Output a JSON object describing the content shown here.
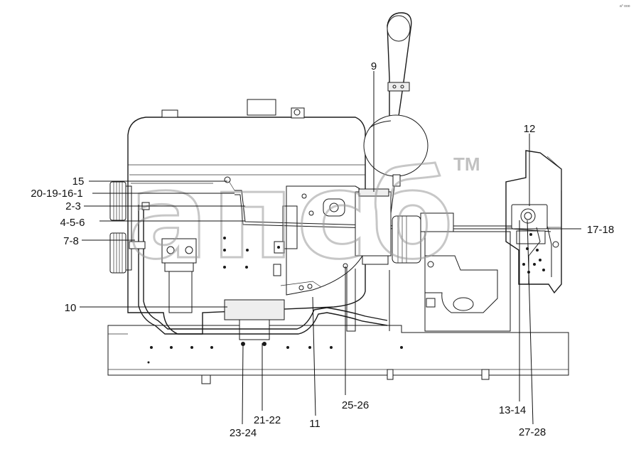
{
  "corner_mark": "a° ooo",
  "watermark": {
    "text": "апсб",
    "tm": "TM"
  },
  "callouts": {
    "c9": "9",
    "c12": "12",
    "c15": "15",
    "c20_19_16_1": "20-19-16-1",
    "c2_3": "2-3",
    "c4_5_6": "4-5-6",
    "c7_8": "7-8",
    "c17_18": "17-18",
    "c10": "10",
    "c25_26": "25-26",
    "c13_14": "13-14",
    "c21_22": "21-22",
    "c11": "11",
    "c23_24": "23-24",
    "c27_28": "27-28"
  },
  "colors": {
    "line": "#1a1a1a",
    "watermark": "#9a9a9a",
    "background": "#ffffff"
  }
}
